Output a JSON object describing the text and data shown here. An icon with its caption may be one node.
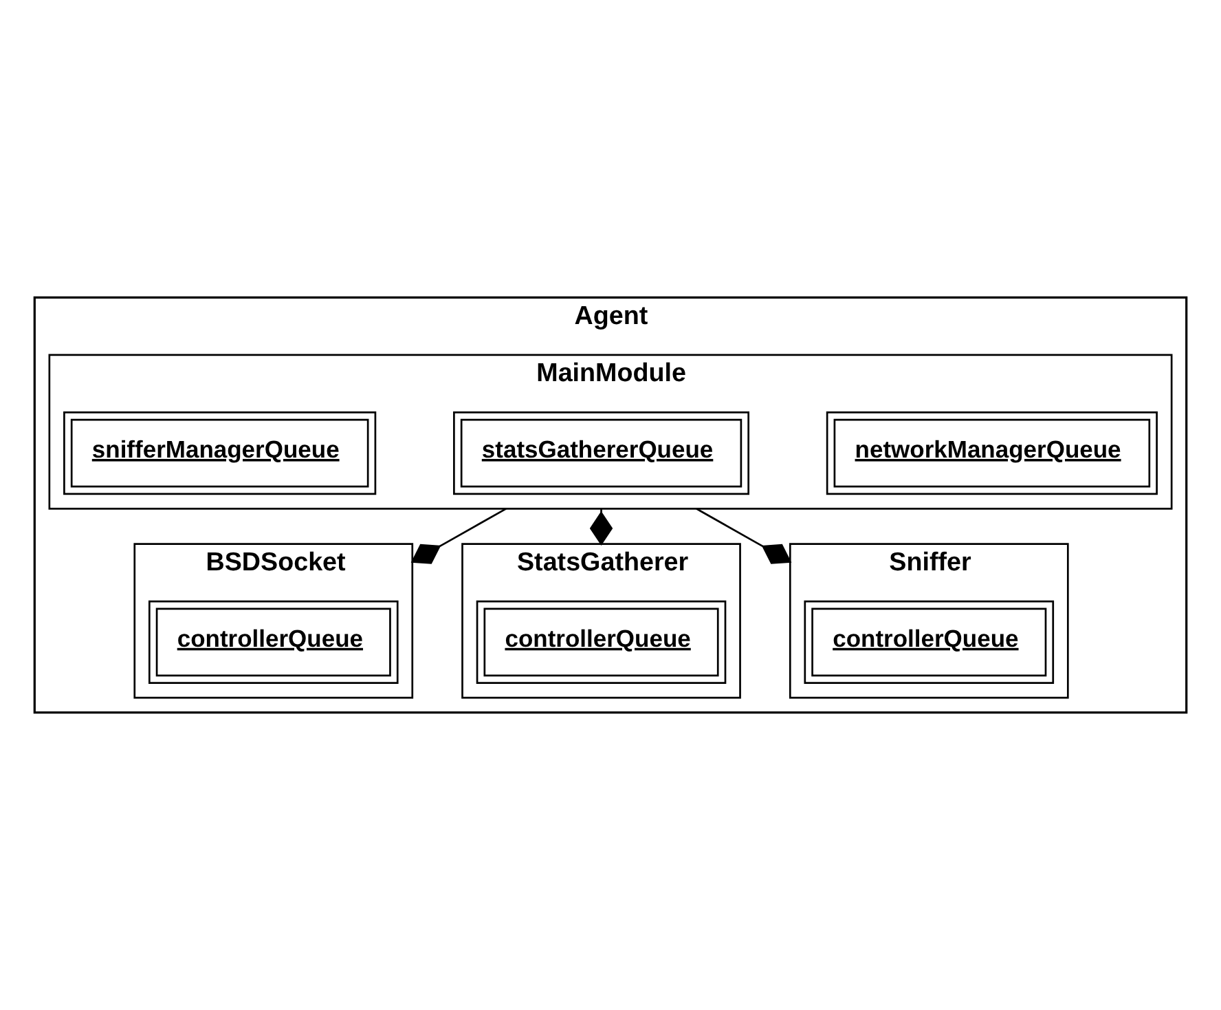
{
  "diagram": {
    "nodes": [
      {
        "text": [
          "Agent"
        ]
      },
      {
        "text": [
          "MainModule"
        ],
        "in": 0
      },
      {
        "text": [
          "networkManagerQueue"
        ],
        "in": 1
      },
      {
        "text": [
          "statsGathererQueue"
        ],
        "in": 1
      },
      {
        "text": [
          "snifferManagerQueue"
        ],
        "in": 1
      },
      {
        "text": [
          "BSDSocket"
        ],
        "in": 0
      },
      {
        "text": [
          "controllerQueue"
        ],
        "in": 5
      },
      {
        "text": [
          "StatsGatherer"
        ],
        "in": 0
      },
      {
        "text": [
          "controllerQueue"
        ],
        "in": 7
      },
      {
        "text": [
          "Sniffer"
        ],
        "in": 0
      },
      {
        "text": [
          "controllerQueue"
        ],
        "in": 9
      }
    ],
    "edges": [
      {
        "from": 1,
        "to": 5,
        "arrow": "other"
      },
      {
        "from": 1,
        "to": 7,
        "arrow": "other"
      },
      {
        "from": 1,
        "to": 9,
        "arrow": "other"
      }
    ]
  }
}
